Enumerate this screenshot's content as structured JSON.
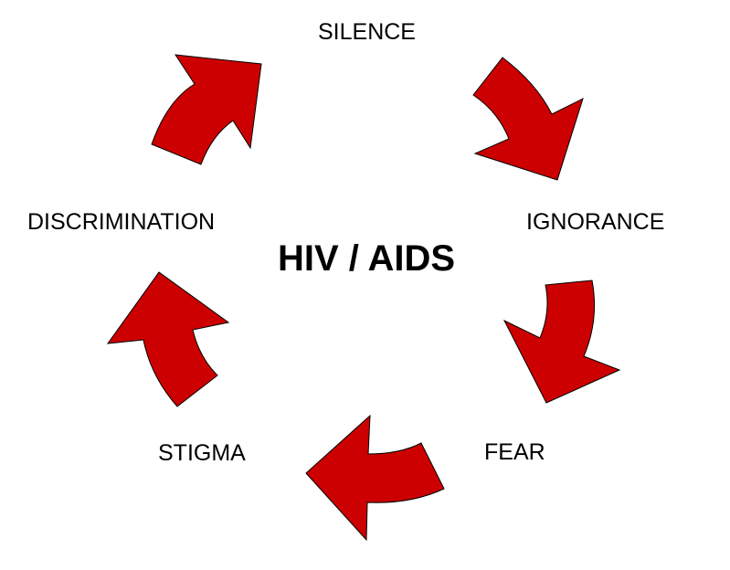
{
  "diagram": {
    "center_label": "HIV / AIDS",
    "cycle_labels": {
      "silence": "SILENCE",
      "ignorance": "IGNORANCE",
      "fear": "FEAR",
      "stigma": "STIGMA",
      "discrimination": "DISCRIMINATION"
    },
    "arrow_color": "#cc0000",
    "arrow_outline_color": "#000000"
  }
}
